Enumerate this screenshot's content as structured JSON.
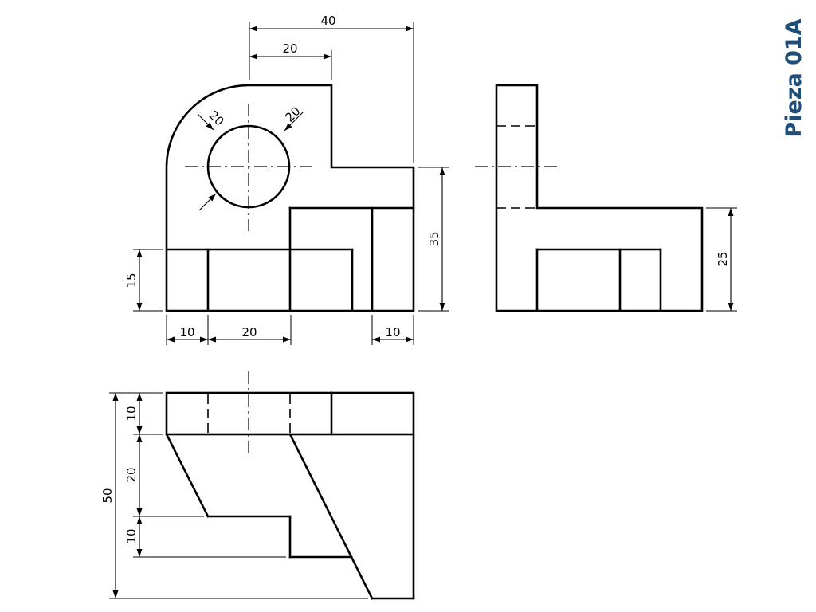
{
  "title": {
    "text": "Pieza 01A",
    "color": "#1f4e79"
  },
  "front_view": {
    "dimensions": {
      "overall_width": "40",
      "top_width": "20",
      "hole_diameter_a": "20",
      "hole_diameter_b": "20",
      "height": "35",
      "base_height": "15",
      "left_bottom": "10",
      "middle_bottom": "20",
      "right_bottom": "10"
    }
  },
  "side_view": {
    "dimensions": {
      "height": "25"
    }
  },
  "top_view": {
    "dimensions": {
      "depth": "50",
      "top_band": "10",
      "slant_depth": "20",
      "step_depth": "10"
    }
  }
}
